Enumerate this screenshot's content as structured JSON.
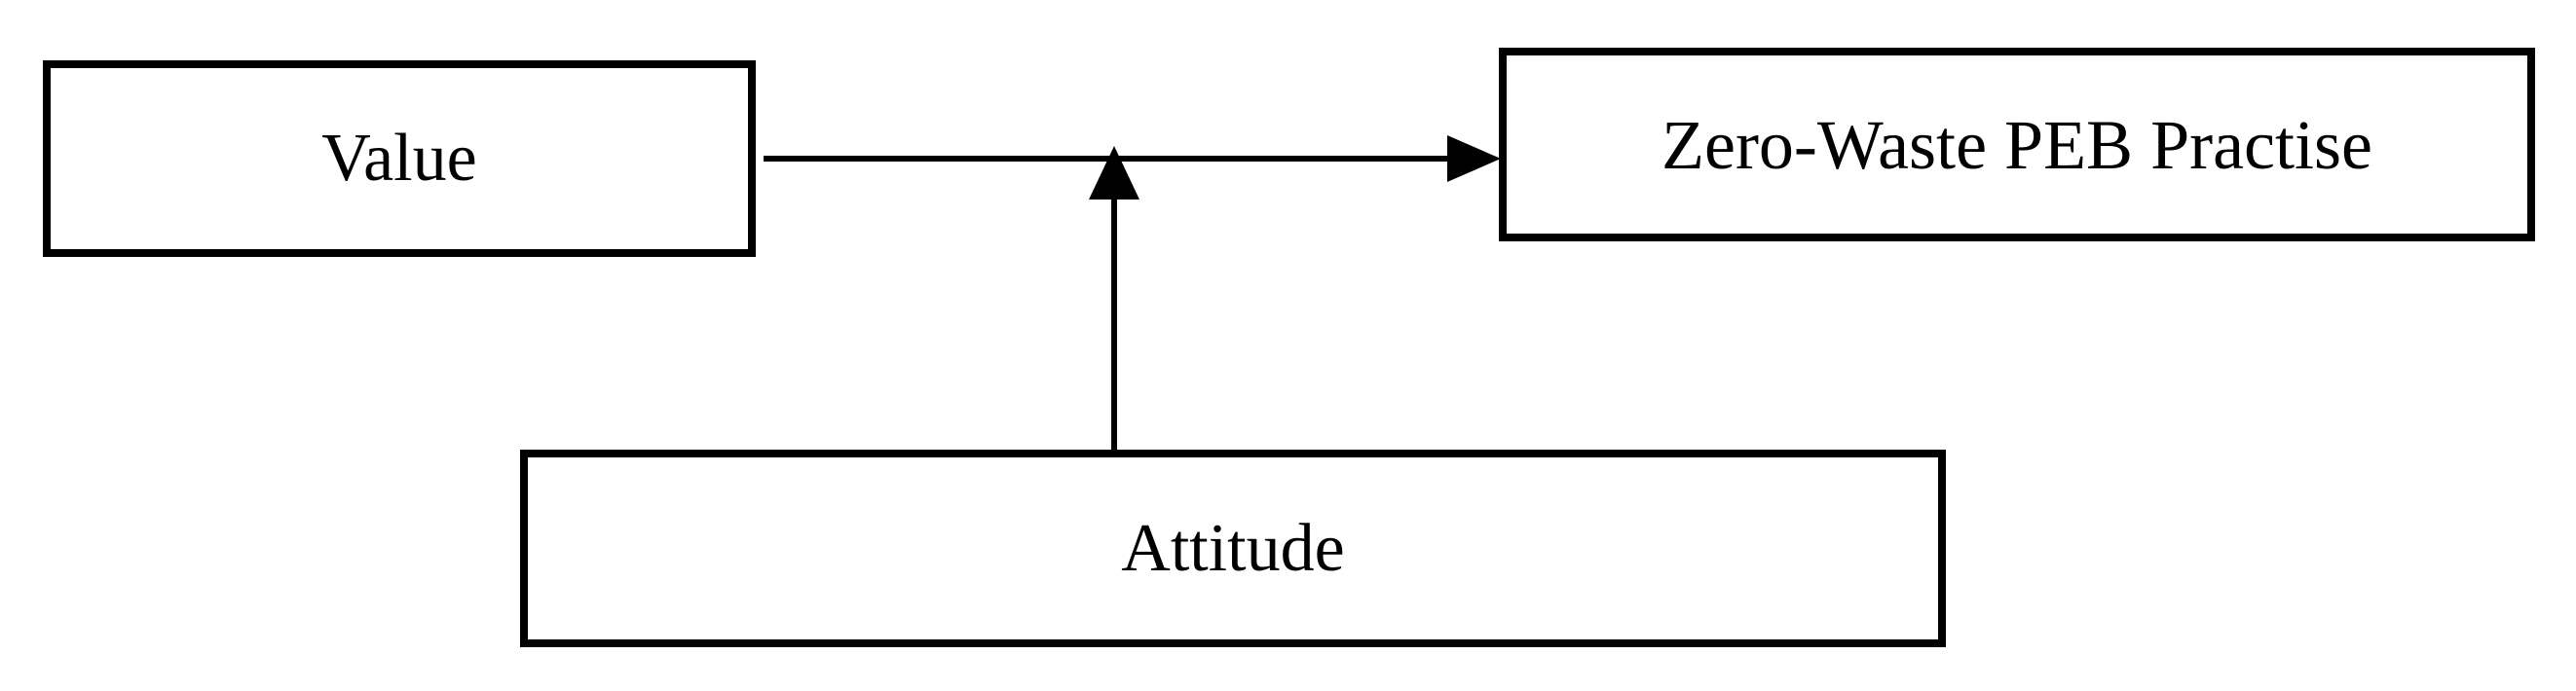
{
  "diagram": {
    "type": "moderation-model",
    "colors": {
      "ink": "#000000",
      "background": "#ffffff"
    },
    "nodes": {
      "value": {
        "label": "Value"
      },
      "practise": {
        "label": "Zero-Waste PEB Practise"
      },
      "attitude": {
        "label": "Attitude"
      }
    },
    "edges": [
      {
        "name": "value-to-practise",
        "from": "Value",
        "to": "Zero-Waste PEB Practise",
        "style": "solid-arrow"
      },
      {
        "name": "attitude-moderation",
        "from": "Attitude",
        "to": "value-to-practise-arrow",
        "style": "solid-arrow"
      }
    ]
  }
}
